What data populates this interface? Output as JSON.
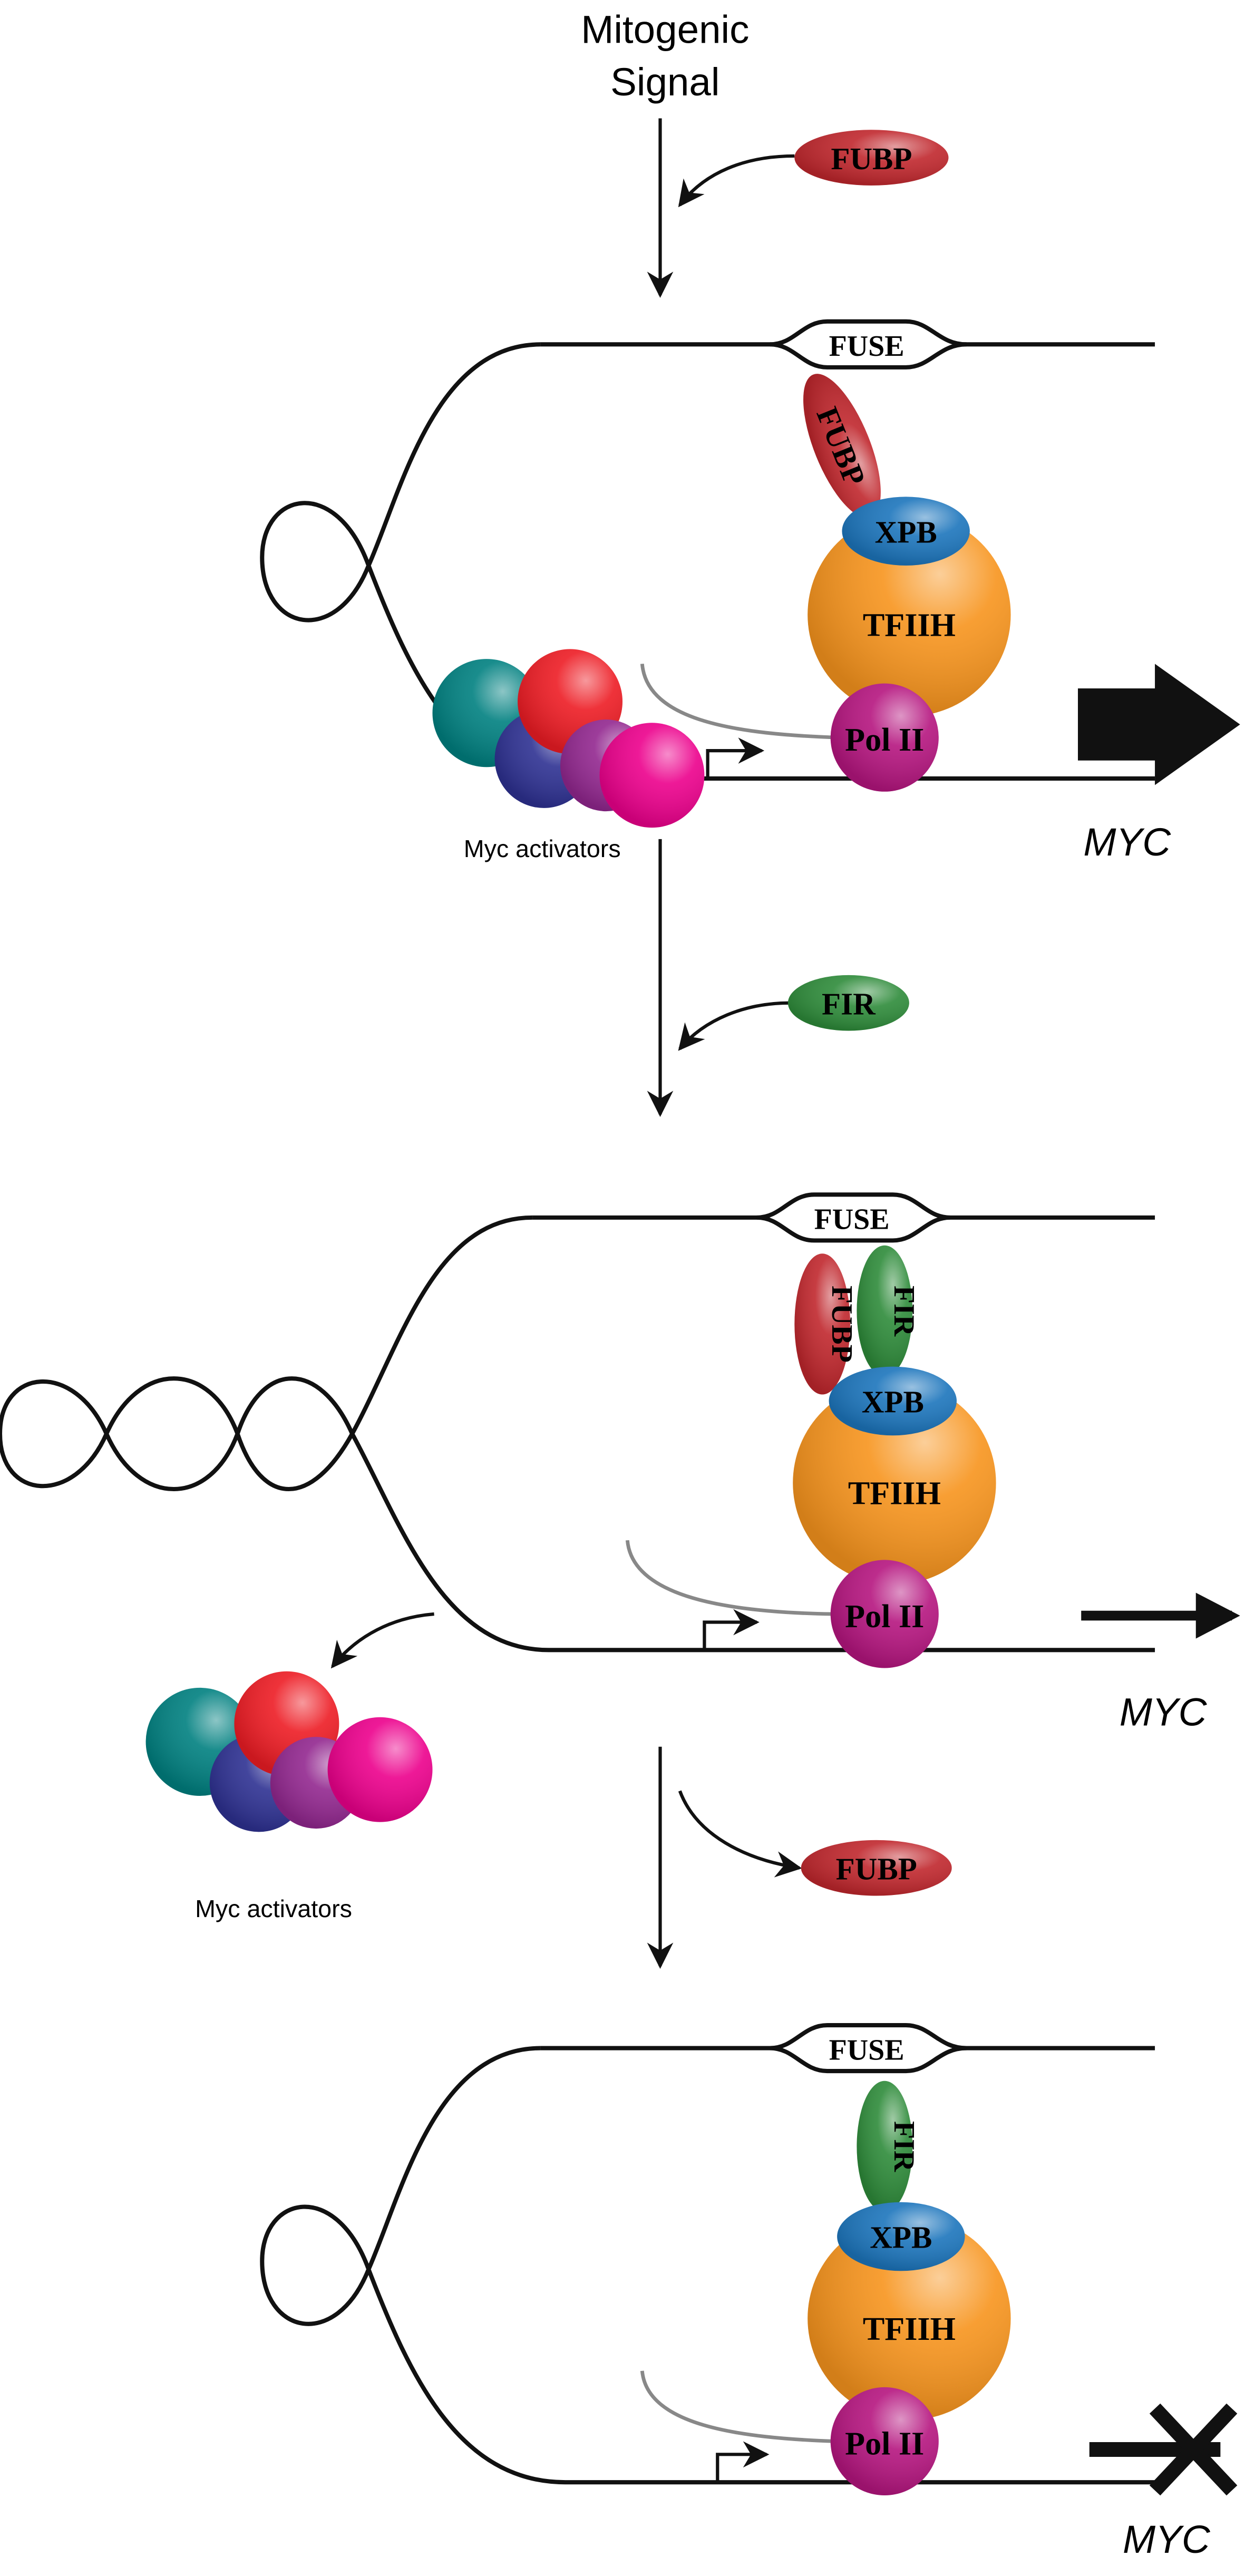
{
  "signal": {
    "line1": "Mitogenic",
    "line2": "Signal"
  },
  "labels": {
    "fubp": "FUBP",
    "fir": "FIR",
    "fuse": "FUSE",
    "xpb": "XPB",
    "tfiih": "TFIIH",
    "pol2": "Pol II",
    "myc": "MYC",
    "activators": "Myc activators"
  },
  "colors": {
    "fubp": "#c0272d",
    "fir": "#2e8b3a",
    "xpb": "#1c75bc",
    "tfiih": "#f7941d",
    "pol2": "#b5157f",
    "teal": "#008080",
    "navy": "#2e3192",
    "red": "#ed1c24",
    "purple": "#92278f",
    "pink": "#ec008c"
  }
}
